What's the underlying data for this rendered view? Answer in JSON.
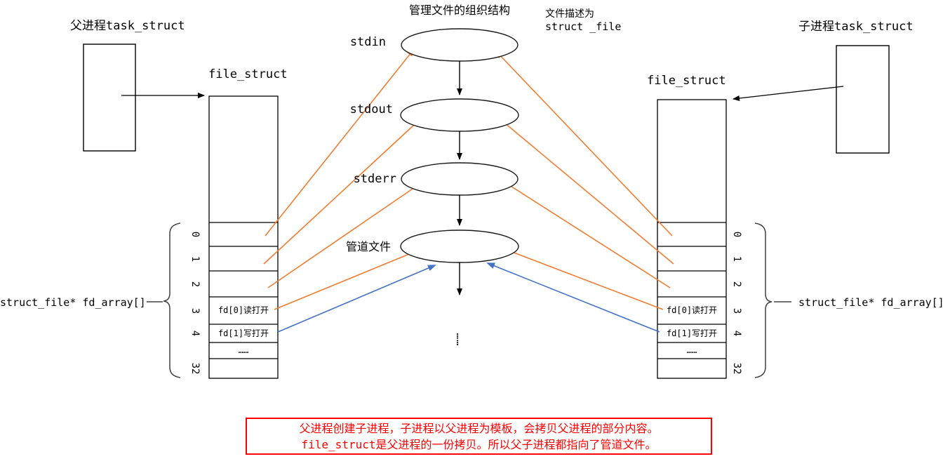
{
  "diagram": {
    "title": "管理文件的组织结构",
    "file_desc_note": {
      "line1": "文件描述为",
      "line2": "struct _file"
    },
    "parent": {
      "task_label": "父进程task_struct",
      "file_struct_label": "file_struct",
      "fd_array_label": "struct_file* fd_array[]"
    },
    "child": {
      "task_label": "子进程task_struct",
      "file_struct_label": "file_struct",
      "fd_array_label": "struct_file* fd_array[]"
    },
    "nodes": {
      "stdin": "stdin",
      "stdout": "stdout",
      "stderr": "stderr",
      "pipe": "管道文件"
    },
    "fd_table": {
      "indices": [
        "0",
        "1",
        "2",
        "3",
        "4",
        "32"
      ],
      "fd0_cell": "fd[0]读打开",
      "fd1_cell": "fd[1]写打开",
      "ellipsis_cell": "……"
    },
    "vertical_ellipsis": "……",
    "note_box": {
      "line1": "父进程创建子进程，子进程以父进程为模板，会拷贝父进程的部分内容。",
      "line2": "file_struct是父进程的一份拷贝。所以父子进程都指向了管道文件。"
    },
    "colors": {
      "arrow_orange": "#ED7D31",
      "arrow_blue": "#4472C4",
      "note_red": "#FF0000",
      "line_black": "#000000"
    }
  }
}
